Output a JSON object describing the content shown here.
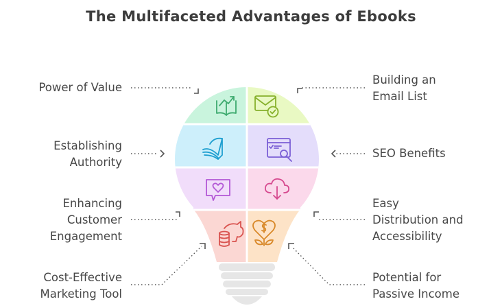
{
  "title": "The Multifaceted Advantages of Ebooks",
  "left_items": [
    {
      "lines": [
        "Power of Value"
      ],
      "icon": "book-growth-icon",
      "color": "#3daa6e",
      "fill": "#c9f4dd"
    },
    {
      "lines": [
        "Establishing",
        "Authority"
      ],
      "icon": "pages-icon",
      "color": "#1e9fd0",
      "fill": "#cdeffb"
    },
    {
      "lines": [
        "Enhancing",
        "Customer",
        "Engagement"
      ],
      "icon": "heart-chat-icon",
      "color": "#b358d6",
      "fill": "#f1ddfa"
    },
    {
      "lines": [
        "Cost-Effective",
        "Marketing Tool"
      ],
      "icon": "piggy-bank-icon",
      "color": "#d9534f",
      "fill": "#fbd7d3"
    }
  ],
  "right_items": [
    {
      "lines": [
        "Building an",
        "Email List"
      ],
      "icon": "email-check-icon",
      "color": "#86b02b",
      "fill": "#e9f9c3"
    },
    {
      "lines": [
        "SEO Benefits"
      ],
      "icon": "search-page-icon",
      "color": "#7b5fd6",
      "fill": "#e4ddfb"
    },
    {
      "lines": [
        "Easy",
        "Distribution and",
        "Accessibility"
      ],
      "icon": "cloud-download-icon",
      "color": "#d6498f",
      "fill": "#fbd9eb"
    },
    {
      "lines": [
        "Potential for",
        "Passive Income"
      ],
      "icon": "heart-dollar-icon",
      "color": "#d98a2b",
      "fill": "#fde3c7"
    }
  ]
}
